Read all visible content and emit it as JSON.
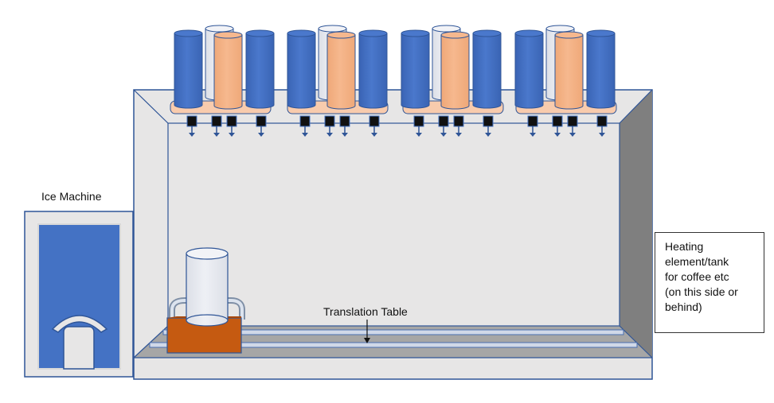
{
  "labels": {
    "ice_machine": "Ice Machine",
    "translation_table": "Translation Table",
    "heater_lines": [
      "Heating",
      "element/tank",
      "for coffee etc",
      "(on this side or",
      "behind)"
    ]
  },
  "dispenser_groups": [
    {
      "id": "group-1",
      "cylinders": [
        "blue",
        "white",
        "peach",
        "blue"
      ]
    },
    {
      "id": "group-2",
      "cylinders": [
        "blue",
        "white",
        "peach",
        "blue"
      ]
    },
    {
      "id": "group-3",
      "cylinders": [
        "blue",
        "white",
        "peach",
        "blue"
      ]
    },
    {
      "id": "group-4",
      "cylinders": [
        "blue",
        "white",
        "peach",
        "blue"
      ]
    }
  ],
  "colors": {
    "cylinder_blue": "#4472C4",
    "cylinder_white": "#E8EAF0",
    "cylinder_peach": "#F4B183",
    "tray_peach": "#F8CBAD",
    "carriage_orange": "#C55A11",
    "cabinet_wall": "#E7E6E6",
    "cabinet_side_dark": "#7F7F7F",
    "outline_blue": "#2F5597",
    "valve_black": "#111111"
  }
}
